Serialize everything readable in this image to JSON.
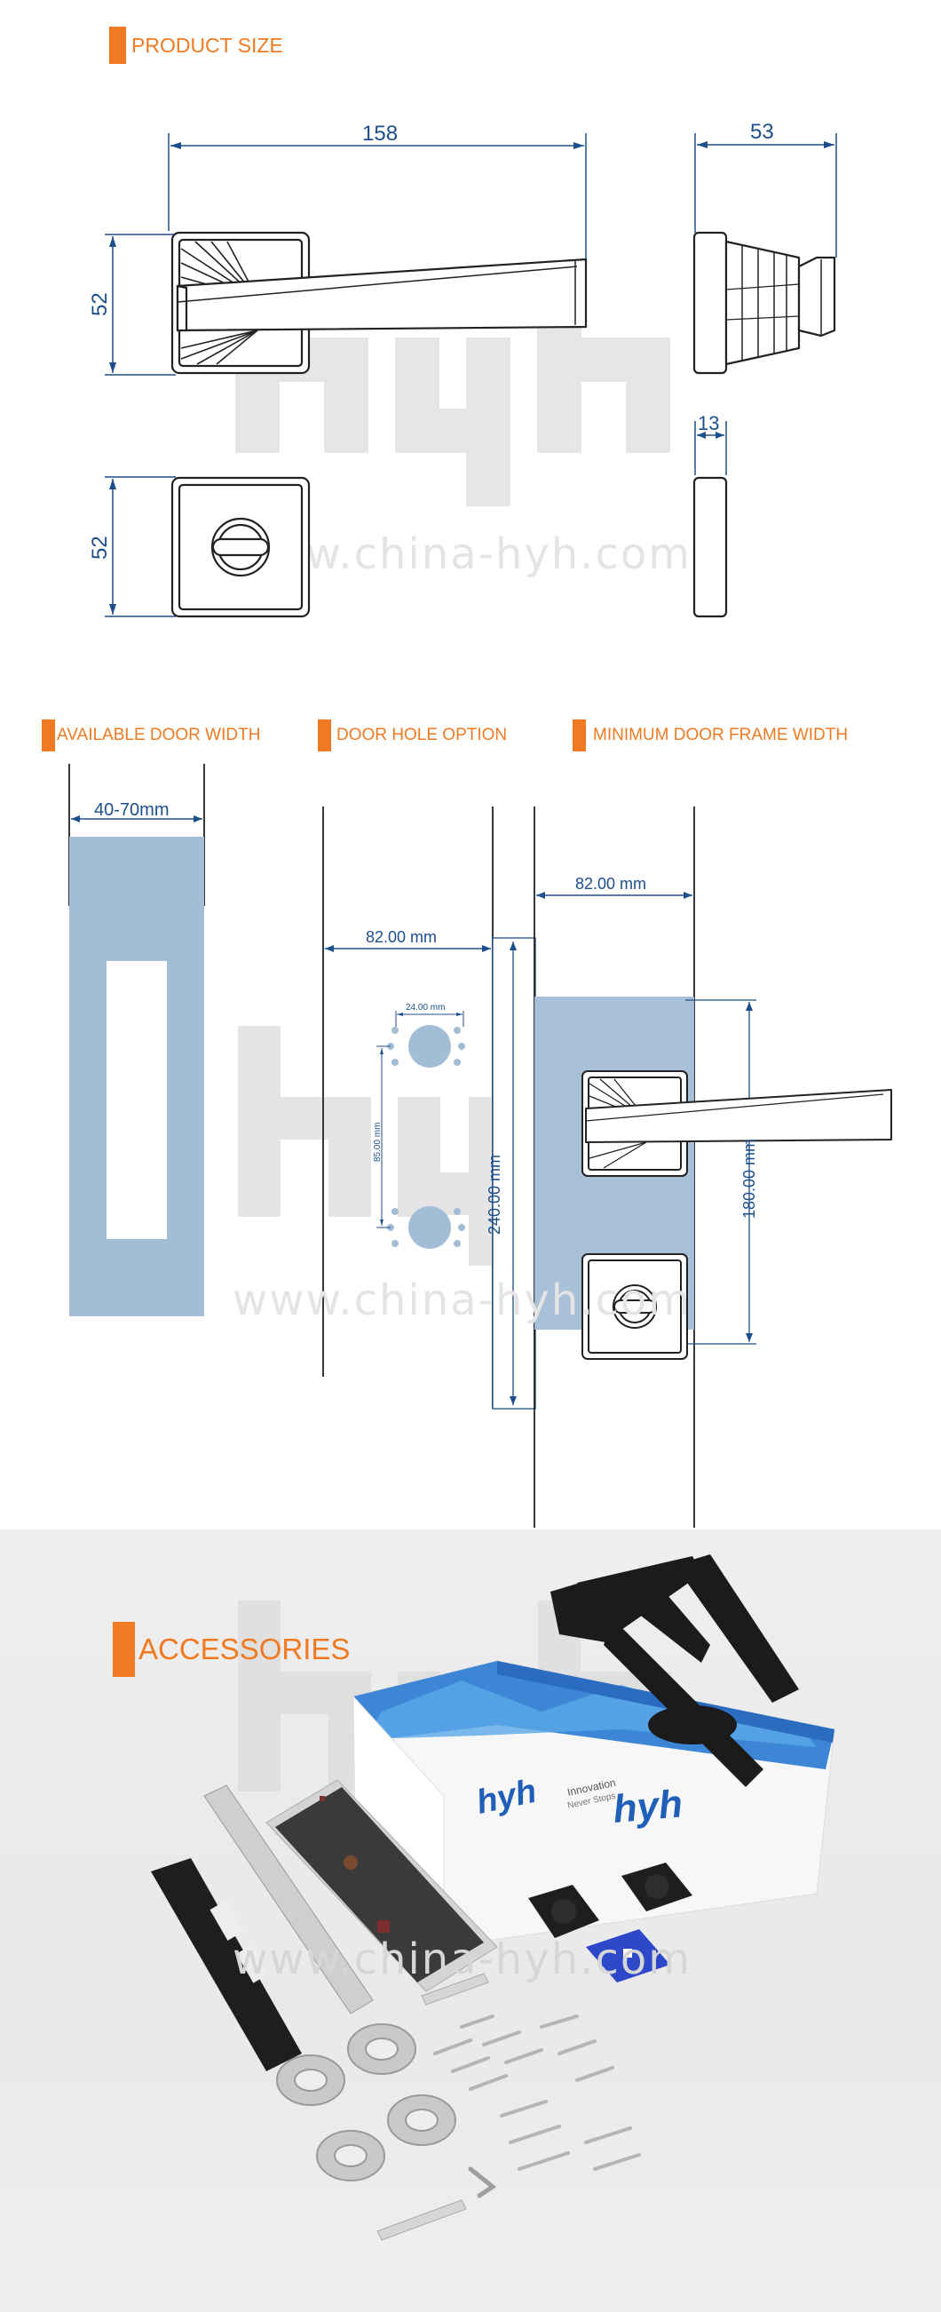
{
  "sections": {
    "product_size": "PRODUCT SIZE",
    "door_width": "AVAILABLE DOOR WIDTH",
    "door_hole": "DOOR HOLE OPTION",
    "frame_width": "MINIMUM DOOR FRAME WIDTH",
    "accessories": "ACCESSORIES"
  },
  "dimensions": {
    "handle_length": "158",
    "handle_height": "52",
    "handle_depth": "53",
    "rose_height": "52",
    "rose_depth": "13",
    "door_thickness": "40-70mm",
    "backset_hole": "82.00 mm",
    "hole_diameter": "24.00 mm",
    "hole_spacing": "85.00 mm",
    "plate_length": "240.00 mm",
    "backset_frame": "82.00 mm",
    "handle_spacing": "180.00 mm"
  },
  "watermark": {
    "url": "www.china-hyh.com",
    "logo": "hyh"
  },
  "box": {
    "brand": "hyh",
    "tagline_1": "Innovation",
    "tagline_2": "Never Stops"
  },
  "colors": {
    "accent": "#f07a22",
    "dimension_line": "#1d4f8c",
    "door_blue": "#a3bdd6"
  }
}
